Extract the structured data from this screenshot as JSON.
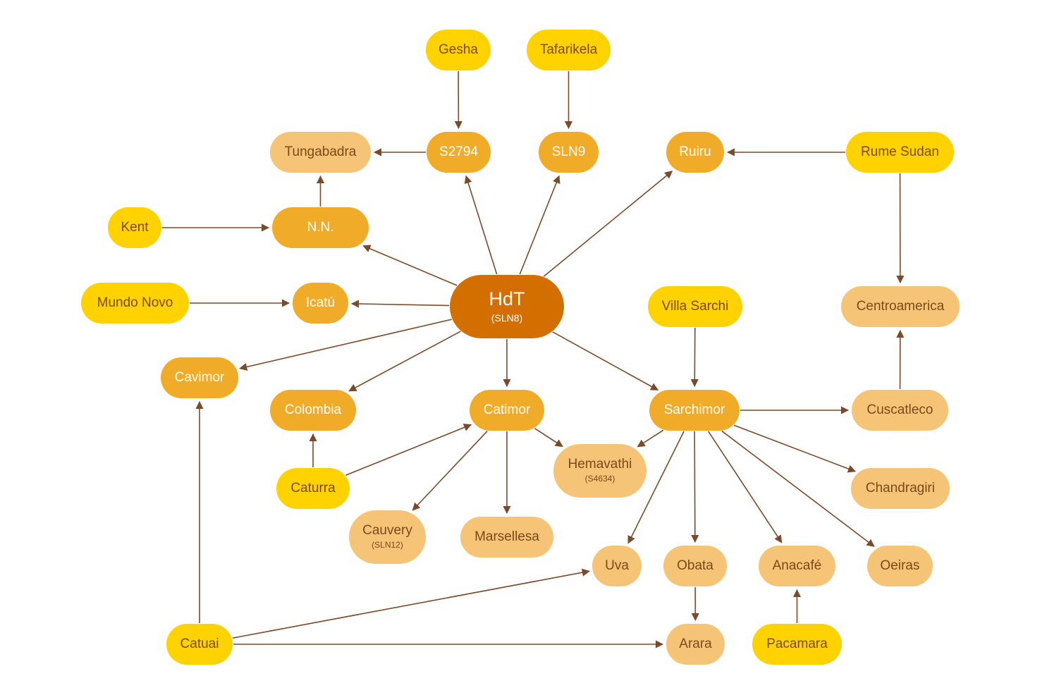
{
  "diagram": {
    "nodes": {
      "gesha": {
        "label": "Gesha"
      },
      "tafarikela": {
        "label": "Tafarikela"
      },
      "tungabadra": {
        "label": "Tungabadra"
      },
      "s2794": {
        "label": "S2794"
      },
      "sln9": {
        "label": "SLN9"
      },
      "ruiru": {
        "label": "Ruiru"
      },
      "rume_sudan": {
        "label": "Rume Sudan"
      },
      "kent": {
        "label": "Kent"
      },
      "nn": {
        "label": "N.N."
      },
      "mundo_novo": {
        "label": "Mundo Novo"
      },
      "icatu": {
        "label": "Icatú"
      },
      "hdt": {
        "label": "HdT",
        "sub": "(SLN8)"
      },
      "villa_sarchi": {
        "label": "Villa Sarchi"
      },
      "centroamerica": {
        "label": "Centroamerica"
      },
      "cavimor": {
        "label": "Cavimor"
      },
      "colombia": {
        "label": "Colombia"
      },
      "catimor": {
        "label": "Catimor"
      },
      "sarchimor": {
        "label": "Sarchimor"
      },
      "cuscatleco": {
        "label": "Cuscatleco"
      },
      "hemavathi": {
        "label": "Hemavathi",
        "sub": "(S4634)"
      },
      "caturra": {
        "label": "Caturra"
      },
      "chandragiri": {
        "label": "Chandragiri"
      },
      "cauvery": {
        "label": "Cauvery",
        "sub": "(SLN12)"
      },
      "marsellesa": {
        "label": "Marsellesa"
      },
      "uva": {
        "label": "Uva"
      },
      "obata": {
        "label": "Obata"
      },
      "anacafe": {
        "label": "Anacafé"
      },
      "oeiras": {
        "label": "Oeiras"
      },
      "catuai": {
        "label": "Catuai"
      },
      "arara": {
        "label": "Arara"
      },
      "pacamara": {
        "label": "Pacamara"
      }
    },
    "edges": [
      [
        "gesha",
        "s2794"
      ],
      [
        "tafarikela",
        "sln9"
      ],
      [
        "s2794",
        "tungabadra"
      ],
      [
        "rume_sudan",
        "ruiru"
      ],
      [
        "rume_sudan",
        "centroamerica"
      ],
      [
        "nn",
        "tungabadra"
      ],
      [
        "kent",
        "nn"
      ],
      [
        "mundo_novo",
        "icatu"
      ],
      [
        "hdt",
        "s2794"
      ],
      [
        "hdt",
        "sln9"
      ],
      [
        "hdt",
        "ruiru"
      ],
      [
        "hdt",
        "nn"
      ],
      [
        "hdt",
        "icatu"
      ],
      [
        "hdt",
        "cavimor"
      ],
      [
        "hdt",
        "colombia"
      ],
      [
        "hdt",
        "catimor"
      ],
      [
        "hdt",
        "sarchimor"
      ],
      [
        "villa_sarchi",
        "sarchimor"
      ],
      [
        "cuscatleco",
        "centroamerica"
      ],
      [
        "sarchimor",
        "cuscatleco"
      ],
      [
        "sarchimor",
        "hemavathi"
      ],
      [
        "sarchimor",
        "chandragiri"
      ],
      [
        "sarchimor",
        "uva"
      ],
      [
        "sarchimor",
        "obata"
      ],
      [
        "sarchimor",
        "anacafe"
      ],
      [
        "sarchimor",
        "oeiras"
      ],
      [
        "catimor",
        "hemavathi"
      ],
      [
        "catimor",
        "cauvery"
      ],
      [
        "catimor",
        "marsellesa"
      ],
      [
        "caturra",
        "colombia"
      ],
      [
        "caturra",
        "catimor"
      ],
      [
        "catuai",
        "cavimor"
      ],
      [
        "catuai",
        "uva"
      ],
      [
        "catuai",
        "arara"
      ],
      [
        "obata",
        "arara"
      ],
      [
        "pacamara",
        "anacafe"
      ]
    ],
    "colors": {
      "edge": "#7a4a2a",
      "yellow": "#ffd200",
      "mid": "#f0ac28",
      "light": "#f6c476",
      "hub": "#d36f00"
    }
  }
}
